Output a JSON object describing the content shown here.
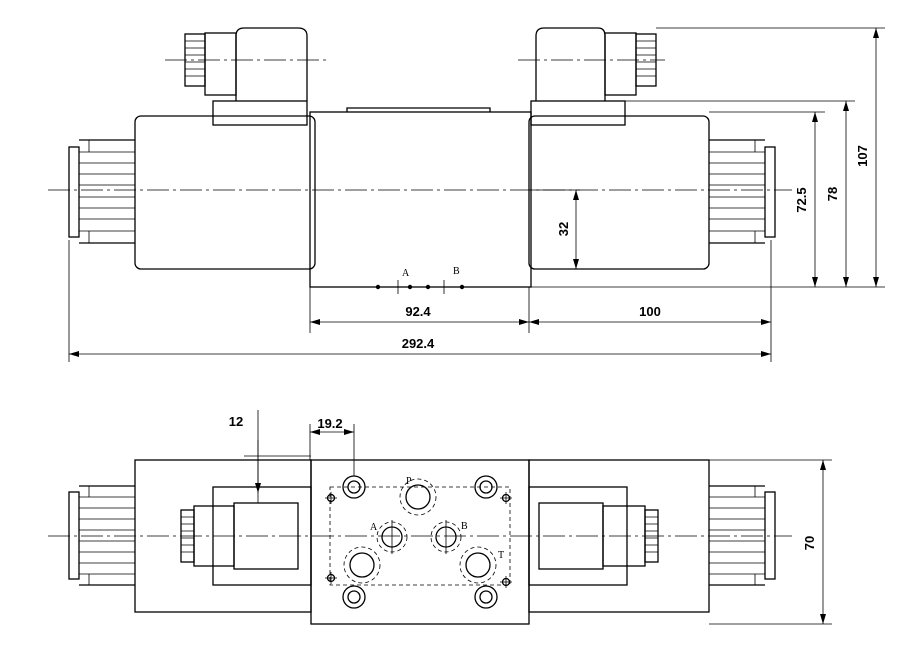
{
  "dimensions": {
    "overall_length": "292.4",
    "spacing_left": "92.4",
    "solenoid_length": "100",
    "height_total": "107",
    "height_mid": "78",
    "height_low": "72.5",
    "center_height": "32",
    "offset_12": "12",
    "offset_19": "19.2",
    "width_70": "70"
  },
  "port_labels": {
    "a": "A",
    "b": "B",
    "p": "P",
    "t": "T"
  },
  "colors": {
    "line": "#000000",
    "background": "#ffffff"
  }
}
